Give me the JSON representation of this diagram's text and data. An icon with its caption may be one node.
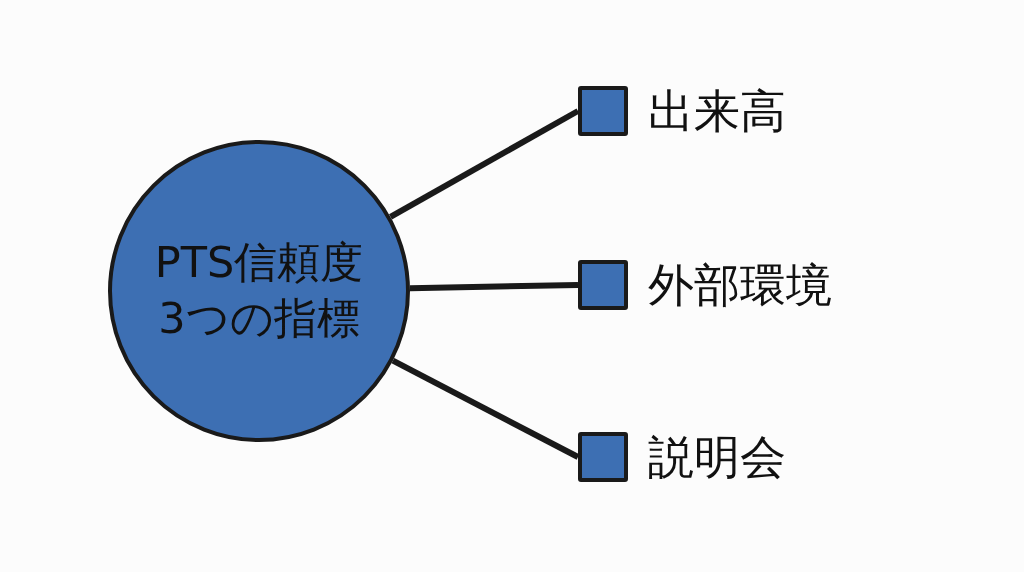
{
  "diagram": {
    "nodes": [
      {
        "text": [
          "PTS信頼度3つの指標"
        ]
      },
      {
        "text": [],
        "shape": "box",
        "beside": [
          "出来高"
        ]
      },
      {
        "text": [],
        "shape": "box",
        "beside": [
          "外部環境"
        ]
      },
      {
        "text": [],
        "shape": "box",
        "beside": [
          "説明会"
        ]
      }
    ],
    "edges": [
      {
        "from": 0,
        "to": 1,
        "arrow": "none"
      },
      {
        "from": 0,
        "to": 2,
        "arrow": "none"
      },
      {
        "from": 0,
        "to": 3,
        "arrow": "none"
      }
    ]
  }
}
